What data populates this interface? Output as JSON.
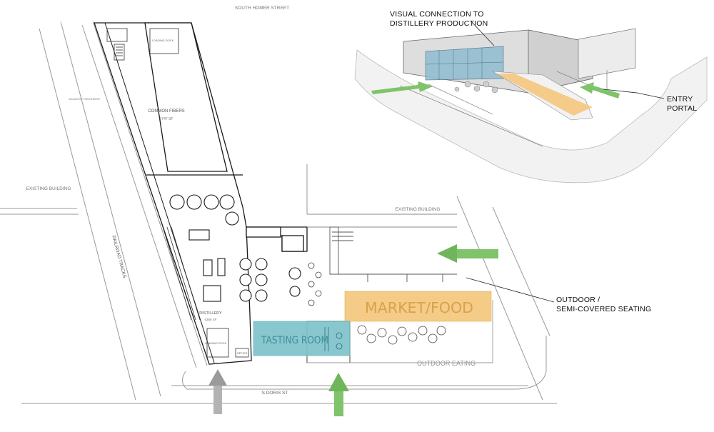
{
  "plan": {
    "streets": {
      "north": "SOUTH HOMER STREET",
      "south": "S DORIS ST"
    },
    "rail": "RAILROAD TRACKS",
    "buildings": {
      "west": "EXISTING BUILDING",
      "east": "EXISTING BUILDING"
    },
    "rooms": {
      "common_fibers": "COMMON FIBERS",
      "common_fibers_area": "5747 SF",
      "distillery": "DISTILLERY",
      "distillery_area": "6368 SF",
      "loading_top": "LOADING DOCK",
      "loading_bottom": "LOADING DOCK",
      "office": "OFFICE",
      "adjacent": "ADJACENT NEIGHBOR"
    },
    "zones": {
      "market": "MARKET/FOOD",
      "tasting": "TASTING ROOM",
      "outdoor_eating": "OUTDOOR EATING"
    },
    "colors": {
      "market": "#f5c77e",
      "tasting": "#7fc3cc",
      "arrow_green": "#7fc36b",
      "arrow_gray": "#b3b3b3"
    }
  },
  "callouts": {
    "visual_line1": "VISUAL CONNECTION TO",
    "visual_line2": "DISTILLERY PRODUCTION",
    "entry_line1": "ENTRY",
    "entry_line2": "PORTAL",
    "outdoor_line1": "OUTDOOR /",
    "outdoor_line2": "SEMI-COVERED SEATING"
  }
}
